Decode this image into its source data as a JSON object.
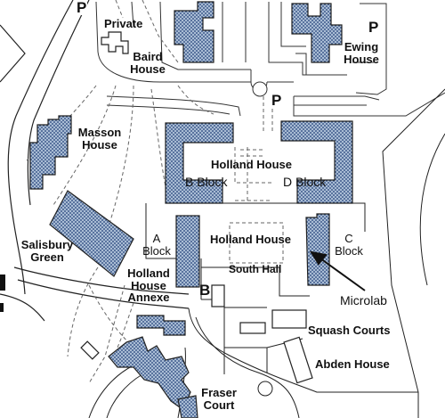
{
  "map": {
    "parking_label": "P",
    "bus_label": "B",
    "arrow_callout": "Microlab",
    "colors": {
      "building_fill": "#a9bcd4",
      "building_dots": "#1f3f78",
      "outline": "#222222",
      "path": "#777777",
      "background": "#ffffff"
    },
    "places": {
      "private": "Private",
      "baird_house": [
        "Baird",
        "House"
      ],
      "ewing_house": [
        "Ewing",
        "House"
      ],
      "masson_house": [
        "Masson",
        "House"
      ],
      "holland_house_top": "Holland House",
      "b_block": "B Block",
      "d_block": "D Block",
      "a_block": [
        "A",
        "Block"
      ],
      "c_block": [
        "C",
        "Block"
      ],
      "holland_house_mid": "Holland House",
      "south_hall": "South Hall",
      "salisbury_green": [
        "Salisbury",
        "Green"
      ],
      "holland_house_annexe": [
        "Holland",
        "House",
        "Annexe"
      ],
      "squash_courts": "Squash Courts",
      "abden_house": "Abden House",
      "fraser_court": [
        "Fraser",
        "Court"
      ]
    }
  }
}
